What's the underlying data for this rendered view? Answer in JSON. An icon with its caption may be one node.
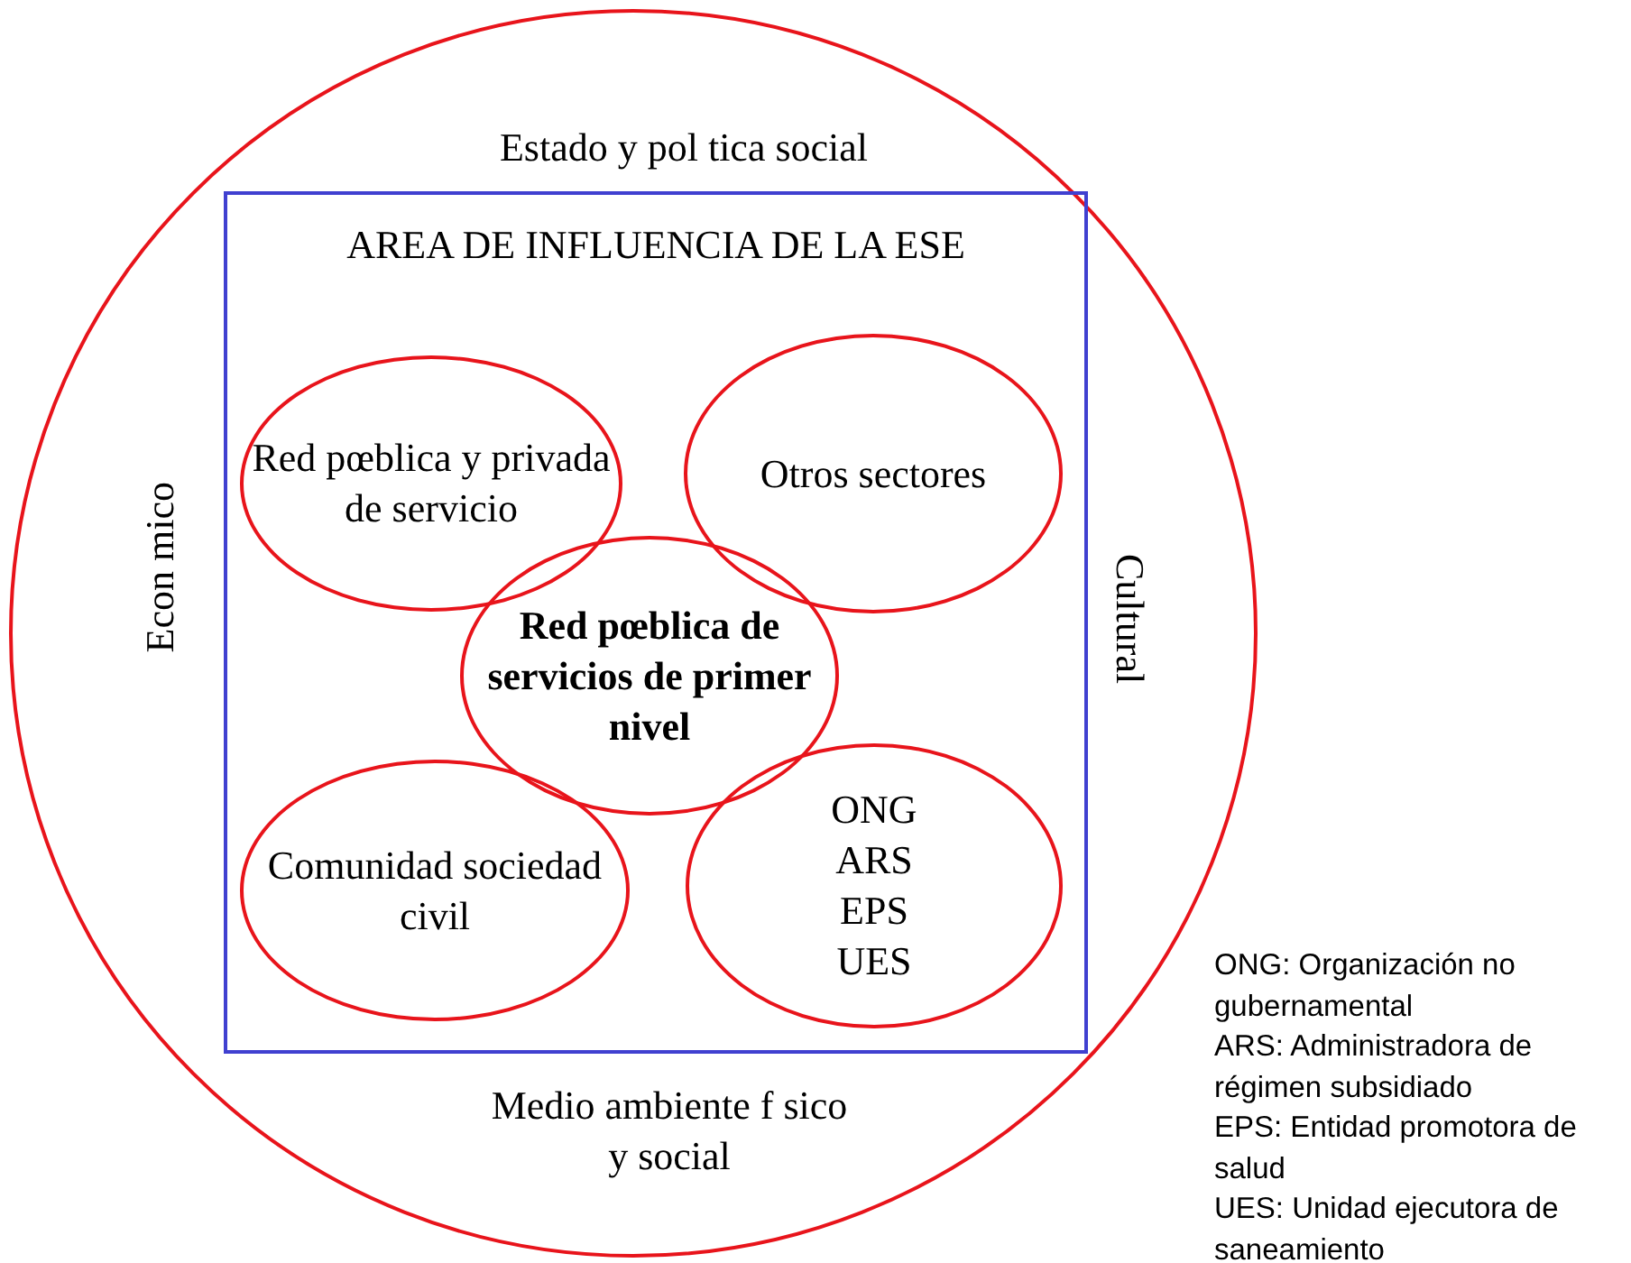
{
  "diagram": {
    "nodes": [
      {
        "text": [
          "Estado y pol tica social",
          "Econ mico",
          "Cultural",
          "Medio ambiente f sico y social"
        ]
      },
      {
        "text": [
          "AREA DE INFLUENCIA DE LA ESE"
        ],
        "in": 0
      },
      {
        "text": [
          "Red pœblica y privada de servicio"
        ],
        "in": 1
      },
      {
        "text": [
          "Otros sectores"
        ],
        "in": 1
      },
      {
        "text": [
          "Red pœblica de servicios de primer nivel"
        ],
        "in": 1
      },
      {
        "text": [
          "Comunidad sociedad civil"
        ],
        "in": 1
      },
      {
        "text": [
          "ONG",
          "ARS",
          "EPS",
          "UES"
        ],
        "in": 1
      }
    ],
    "labels": [
      "ONG: Organización no gubernamental",
      "ARS: Administradora de régimen subsidiado",
      "EPS: Entidad promotora de salud",
      "UES: Unidad ejecutora de saneamiento"
    ]
  }
}
